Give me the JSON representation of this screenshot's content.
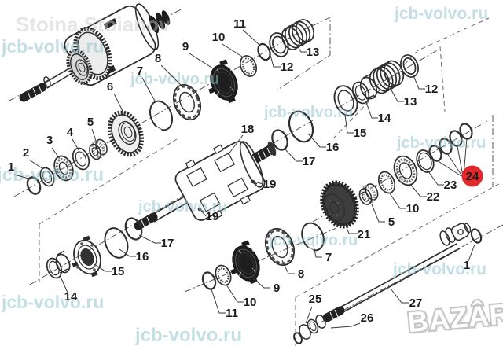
{
  "page": {
    "kind": "exploded-parts-diagram"
  },
  "watermarks": {
    "site": "jcb-volvo.ru",
    "author": "Stoina Stoianov",
    "logo": "BAZÂR"
  },
  "colors": {
    "watermark_teal": "#93c6cf",
    "highlight_red": "#e3282d",
    "line_dark": "#2e2e2e"
  },
  "highlighted_callout": "24",
  "callouts": [
    "1",
    "2",
    "3",
    "4",
    "5",
    "6",
    "7",
    "8",
    "9",
    "10",
    "11",
    "12",
    "13",
    "12",
    "13",
    "14",
    "15",
    "18",
    "16",
    "17",
    "19",
    "19",
    "17",
    "16",
    "15",
    "14",
    "7",
    "8",
    "9",
    "10",
    "11",
    "21",
    "5",
    "10",
    "22",
    "23",
    "24",
    "25",
    "26",
    "27",
    "1"
  ]
}
